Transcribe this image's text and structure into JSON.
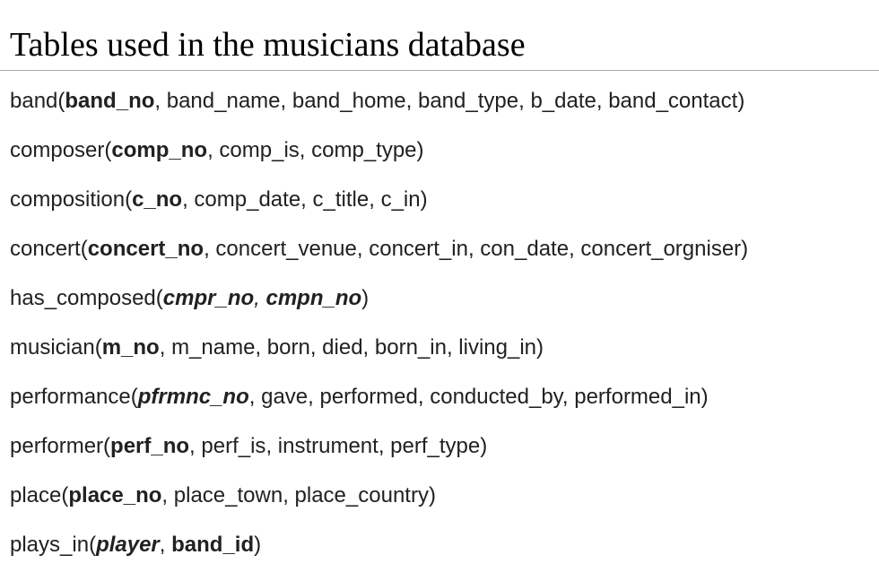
{
  "heading": "Tables used in the musicians database",
  "tables": [
    {
      "name": "band",
      "parts": [
        {
          "t": "band_no",
          "bold": true,
          "italic": false
        },
        {
          "t": "band_name",
          "bold": false,
          "italic": false
        },
        {
          "t": "band_home",
          "bold": false,
          "italic": false
        },
        {
          "t": "band_type",
          "bold": false,
          "italic": false
        },
        {
          "t": "b_date",
          "bold": false,
          "italic": false
        },
        {
          "t": "band_contact",
          "bold": false,
          "italic": false
        }
      ]
    },
    {
      "name": "composer",
      "parts": [
        {
          "t": "comp_no",
          "bold": true,
          "italic": false
        },
        {
          "t": "comp_is",
          "bold": false,
          "italic": false
        },
        {
          "t": "comp_type",
          "bold": false,
          "italic": false
        }
      ]
    },
    {
      "name": "composition",
      "parts": [
        {
          "t": "c_no",
          "bold": true,
          "italic": false
        },
        {
          "t": "comp_date",
          "bold": false,
          "italic": false
        },
        {
          "t": "c_title",
          "bold": false,
          "italic": false
        },
        {
          "t": "c_in",
          "bold": false,
          "italic": false
        }
      ]
    },
    {
      "name": "concert",
      "parts": [
        {
          "t": "concert_no",
          "bold": true,
          "italic": false
        },
        {
          "t": "concert_venue",
          "bold": false,
          "italic": false
        },
        {
          "t": "concert_in",
          "bold": false,
          "italic": false
        },
        {
          "t": "con_date",
          "bold": false,
          "italic": false
        },
        {
          "t": "concert_orgniser",
          "bold": false,
          "italic": false
        }
      ]
    },
    {
      "name": "has_composed",
      "parts": [
        {
          "t": "cmpr_no",
          "bold": true,
          "italic": true
        },
        {
          "t": "cmpn_no",
          "bold": true,
          "italic": true
        }
      ],
      "italic_separators": true
    },
    {
      "name": "musician",
      "parts": [
        {
          "t": "m_no",
          "bold": true,
          "italic": false
        },
        {
          "t": "m_name",
          "bold": false,
          "italic": false
        },
        {
          "t": "born",
          "bold": false,
          "italic": false
        },
        {
          "t": "died",
          "bold": false,
          "italic": false
        },
        {
          "t": "born_in",
          "bold": false,
          "italic": false
        },
        {
          "t": "living_in",
          "bold": false,
          "italic": false
        }
      ]
    },
    {
      "name": "performance",
      "parts": [
        {
          "t": "pfrmnc_no",
          "bold": true,
          "italic": true
        },
        {
          "t": "gave",
          "bold": false,
          "italic": false
        },
        {
          "t": "performed",
          "bold": false,
          "italic": false
        },
        {
          "t": "conducted_by",
          "bold": false,
          "italic": false
        },
        {
          "t": "performed_in",
          "bold": false,
          "italic": false
        }
      ]
    },
    {
      "name": "performer",
      "parts": [
        {
          "t": "perf_no",
          "bold": true,
          "italic": false
        },
        {
          "t": "perf_is",
          "bold": false,
          "italic": false
        },
        {
          "t": "instrument",
          "bold": false,
          "italic": false
        },
        {
          "t": "perf_type",
          "bold": false,
          "italic": false
        }
      ]
    },
    {
      "name": "place",
      "parts": [
        {
          "t": "place_no",
          "bold": true,
          "italic": false
        },
        {
          "t": "place_town",
          "bold": false,
          "italic": false
        },
        {
          "t": "place_country",
          "bold": false,
          "italic": false
        }
      ]
    },
    {
      "name": "plays_in",
      "parts": [
        {
          "t": "player",
          "bold": true,
          "italic": true
        },
        {
          "t": "band_id",
          "bold": true,
          "italic": false
        }
      ]
    }
  ]
}
